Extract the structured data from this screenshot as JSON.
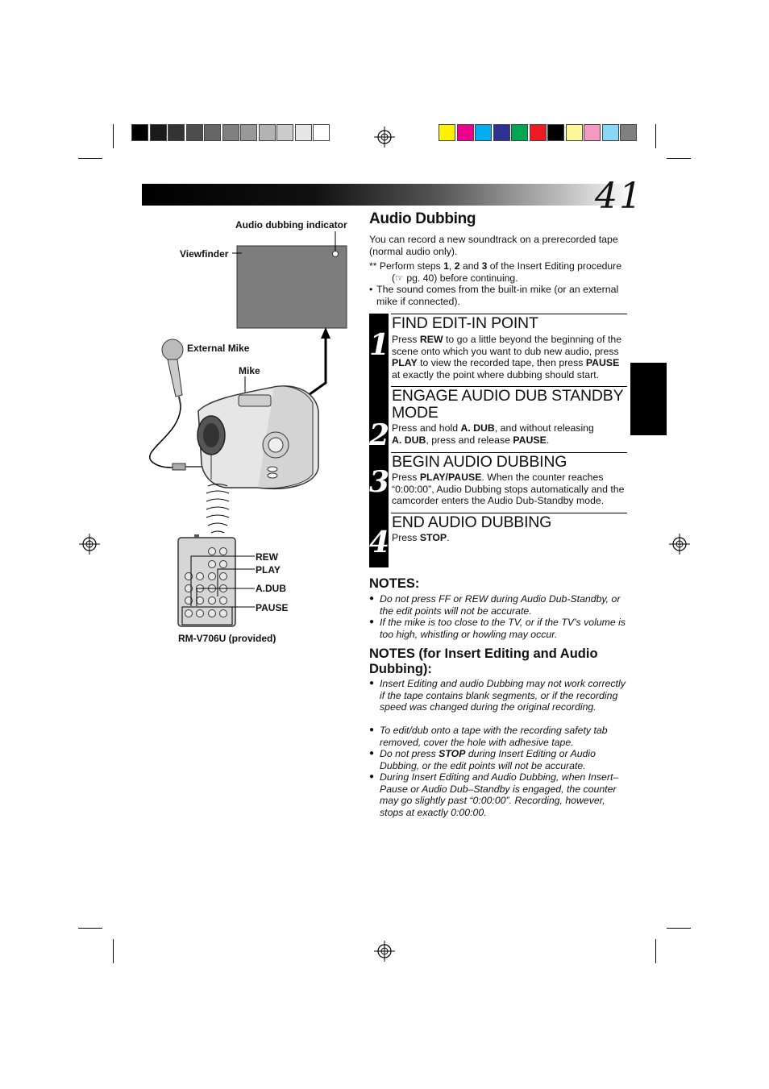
{
  "page_number": "41",
  "color_bars": {
    "grays": [
      "#000000",
      "#1a1a1a",
      "#333333",
      "#4d4d4d",
      "#666666",
      "#808080",
      "#999999",
      "#b3b3b3",
      "#cccccc",
      "#e6e6e6",
      "#ffffff"
    ],
    "colors": [
      "#fff200",
      "#ec008c",
      "#00aeef",
      "#2e3192",
      "#00a651",
      "#ed1c24",
      "#000000",
      "#fff799",
      "#f49ac1",
      "#8ad6f5",
      "#808080"
    ]
  },
  "figure": {
    "audio_dubbing_indicator": "Audio dubbing indicator",
    "viewfinder": "Viewfinder",
    "external_mike": "External Mike",
    "mike": "Mike",
    "rew": "REW",
    "play": "PLAY",
    "adub": "A.DUB",
    "pause": "PAUSE",
    "remote_caption": "RM-V706U (provided)"
  },
  "section": {
    "title": "Audio Dubbing",
    "intro": "You can record a new soundtrack on a prerecorded tape (normal audio only).",
    "bullet1_prefix": "** Perform steps ",
    "bullet1_s1": "1",
    "bullet1_sep1": ", ",
    "bullet1_s2": "2",
    "bullet1_and": " and ",
    "bullet1_s3": "3",
    "bullet1_rest": " of the Insert Editing procedure",
    "bullet1_line2": "(☞ pg. 40) before continuing.",
    "bullet2": "The sound comes from the built-in mike (or an external mike if connected)."
  },
  "steps": [
    {
      "num": "1",
      "title": "FIND EDIT-IN POINT",
      "t1": "Press ",
      "b1": "REW",
      "t2": " to go a little beyond the beginning of the scene onto which you want to dub new audio, press ",
      "b2": "PLAY",
      "t3": " to view the recorded tape, then press ",
      "b3": "PAUSE",
      "t4": " at exactly the point where dubbing should start."
    },
    {
      "num": "2",
      "title": "ENGAGE AUDIO DUB STANDBY MODE",
      "t1": "Press and hold ",
      "b1": "A. DUB",
      "t2": ", and without releasing ",
      "b2": "A. DUB",
      "t3": ", press and release ",
      "b3": "PAUSE",
      "t4": "."
    },
    {
      "num": "3",
      "title": "BEGIN AUDIO DUBBING",
      "t1": "Press ",
      "b1": "PLAY/PAUSE",
      "t2": ". When the counter reaches “0:00:00”, Audio Dubbing stops automatically and the camcorder enters the Audio Dub-Standby mode."
    },
    {
      "num": "4",
      "title": "END AUDIO DUBBING",
      "t1": "Press ",
      "b1": "STOP",
      "t2": "."
    }
  ],
  "notes": {
    "heading": "NOTES:",
    "items": [
      "Do not press FF or REW during Audio Dub-Standby, or the edit points will not be accurate.",
      "If the mike is too close to the TV, or if the TV’s volume is too high, whistling or howling may occur."
    ]
  },
  "notes2": {
    "heading": "NOTES (for Insert Editing and Audio Dubbing):",
    "items": [
      "Insert Editing and audio Dubbing may not work correctly if the tape contains blank segments, or if the recording speed was changed during the original recording.",
      "To edit/dub onto a tape with the recording safety tab removed, cover the hole with adhesive tape."
    ],
    "item3_pre": "Do not press ",
    "item3_bold": "STOP",
    "item3_post": " during Insert Editing or Audio Dubbing, or the edit points will not be accurate.",
    "item4": "During Insert Editing and Audio Dubbing, when Insert–Pause or Audio Dub–Standby is engaged, the counter may go slightly past “0:00:00”. Recording, however, stops at exactly 0:00:00."
  }
}
